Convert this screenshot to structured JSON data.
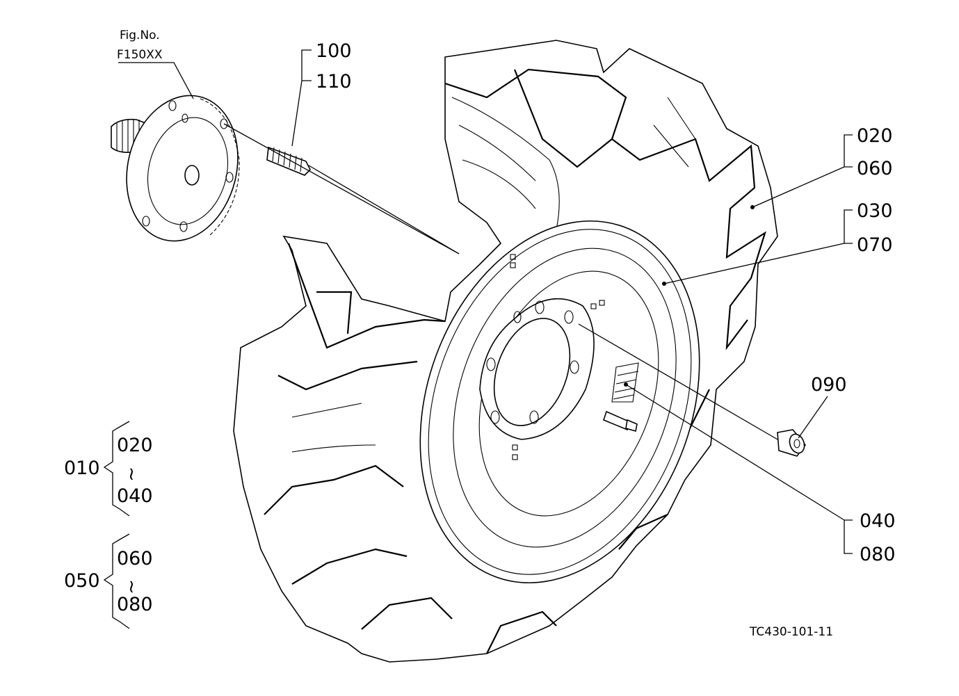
{
  "figure_ref": {
    "line1": "Fig.No.",
    "line2": "F150XX"
  },
  "callouts": {
    "c100": "100",
    "c110": "110",
    "c020": "020",
    "c060": "060",
    "c030": "030",
    "c070": "070",
    "c090": "090",
    "c040": "040",
    "c080": "080"
  },
  "groups": {
    "g010": {
      "label": "010",
      "from": "020",
      "tilde": "~",
      "to": "040"
    },
    "g050": {
      "label": "050",
      "from": "060",
      "tilde": "~",
      "to": "080"
    }
  },
  "drawing_code": "TC430-101-11"
}
